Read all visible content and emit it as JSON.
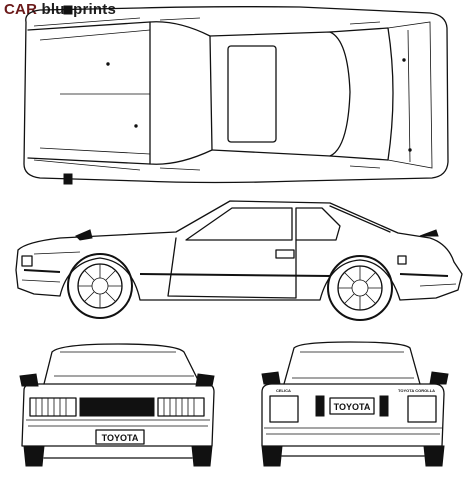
{
  "logo": {
    "word_car": "CAR",
    "word_blueprints": "blueprints"
  },
  "plates": {
    "front": "TOYOTA",
    "rear": "TOYOTA"
  },
  "badges": {
    "rear_left": "CELICA",
    "rear_right": "TOYOTA COROLLA"
  },
  "colors": {
    "logo_car": "#6b1a1a",
    "logo_blueprints": "#1f1f1f",
    "line": "#111111"
  }
}
